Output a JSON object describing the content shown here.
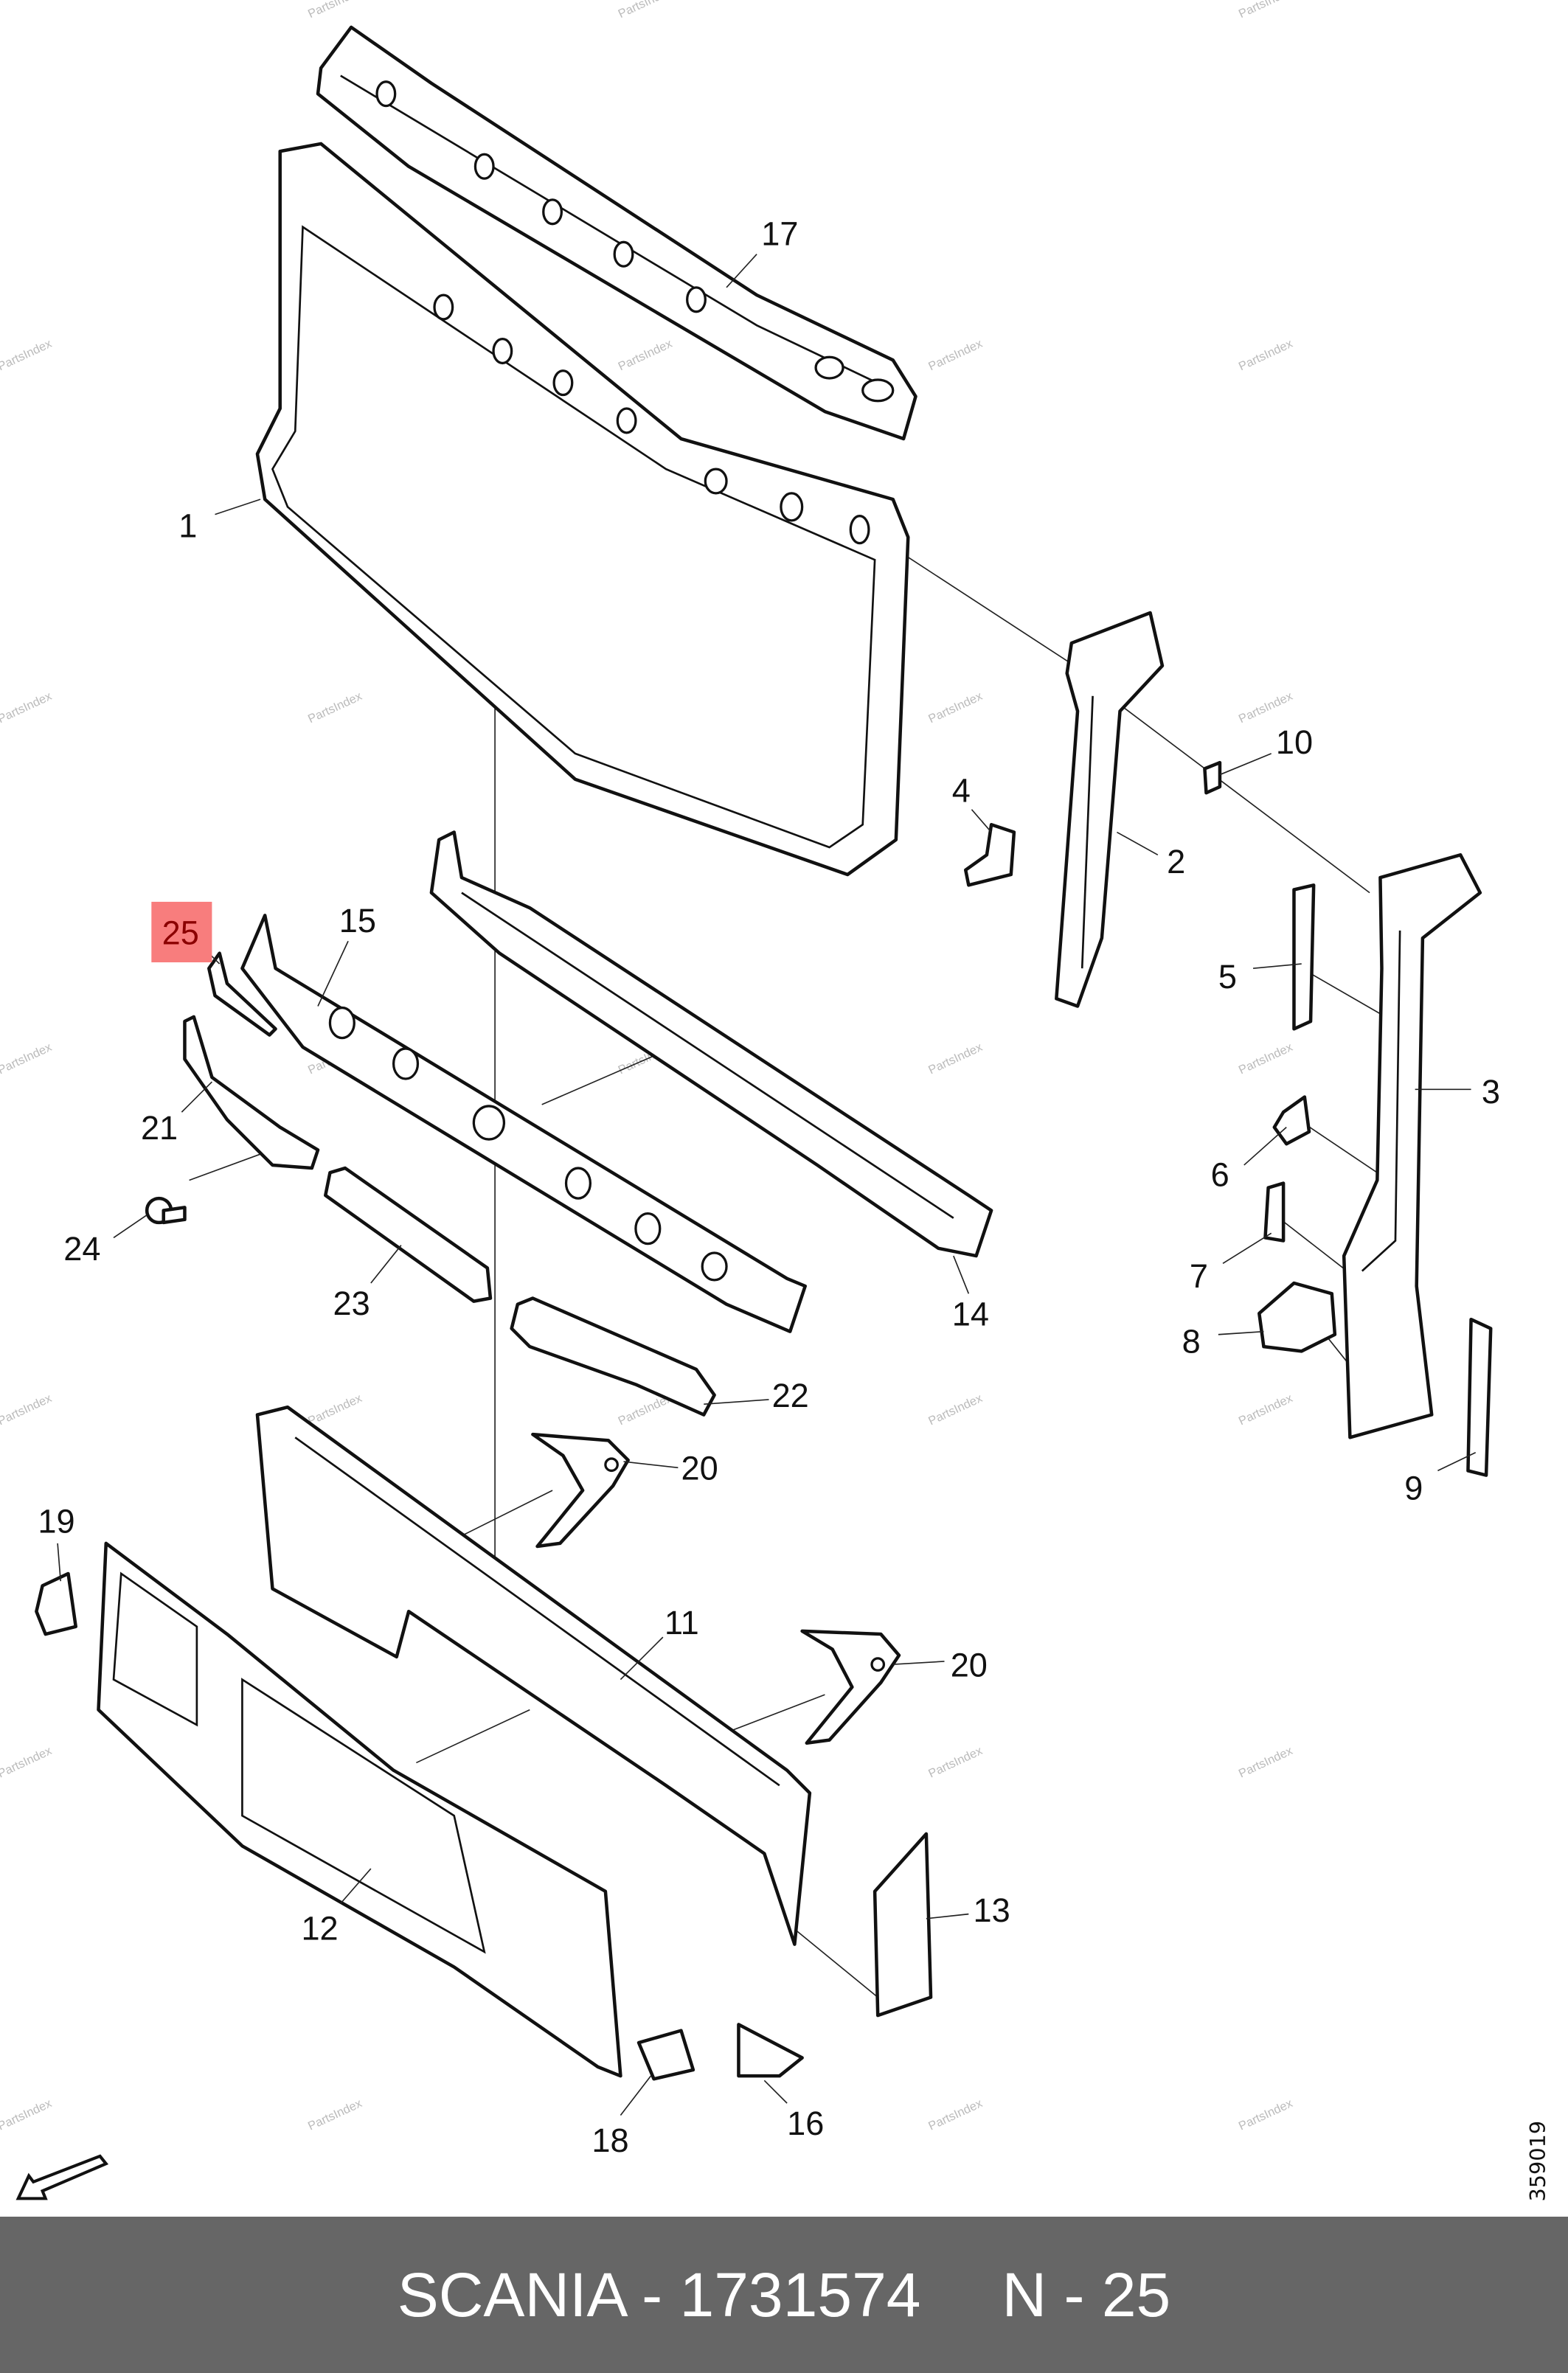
{
  "watermark": "PartsIndex",
  "callouts": {
    "c1": "1",
    "c2": "2",
    "c3": "3",
    "c4": "4",
    "c5": "5",
    "c6": "6",
    "c7": "7",
    "c8": "8",
    "c9": "9",
    "c10": "10",
    "c11": "11",
    "c12": "12",
    "c13": "13",
    "c14": "14",
    "c15": "15",
    "c16": "16",
    "c17": "17",
    "c18": "18",
    "c19": "19",
    "c20a": "20",
    "c20b": "20",
    "c21": "21",
    "c22": "22",
    "c23": "23",
    "c24": "24",
    "c25": "25"
  },
  "highlighted_callout": "25",
  "highlight_color": "#f87d7d",
  "drawing_code": "359019",
  "direction_arrow_icon": "arrow-down-left-icon",
  "footer": {
    "brand_part": "SCANIA - 1731574",
    "position": "N - 25",
    "background": "#666666"
  }
}
